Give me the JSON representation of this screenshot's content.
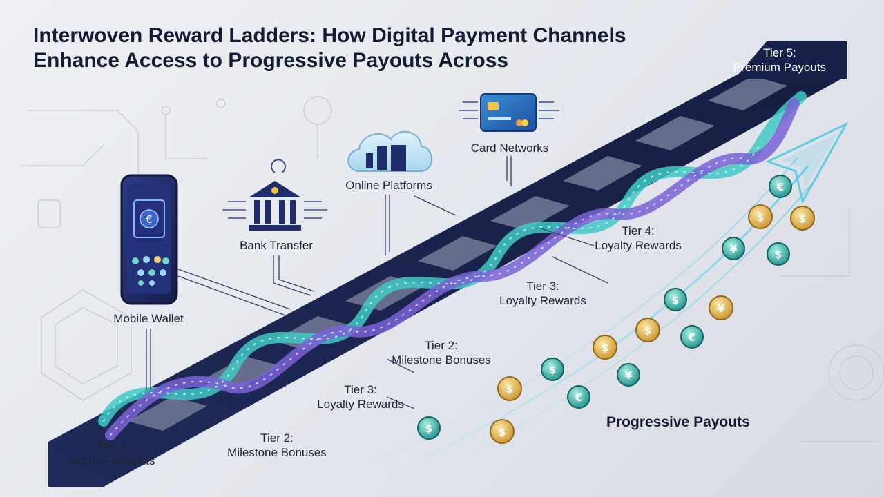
{
  "title_line1": "Interwoven Reward Ladders: How Digital Payment Channels",
  "title_line2": "Enhance Access to Progressive Payouts Across",
  "channels": {
    "mobile_wallet": "Mobile Wallet",
    "bank_transfer": "Bank Transfer",
    "online_platforms": "Online Platforms",
    "card_networks": "Card Networks"
  },
  "tiers": [
    {
      "tier": "Tier 1:",
      "name": "Micro-Payments"
    },
    {
      "tier": "Tier 2:",
      "name": "Milestone Bonuses"
    },
    {
      "tier": "Tier 3:",
      "name": "Loyalty Rewards"
    },
    {
      "tier": "Tier 2:",
      "name": "Milestone Bonuses"
    },
    {
      "tier": "Tier 3:",
      "name": "Loyalty Rewards"
    },
    {
      "tier": "Tier 4:",
      "name": "Loyalty Rewards"
    },
    {
      "tier": "Tier 5:",
      "name": "Premium Payouts"
    }
  ],
  "progressive_payouts": "Progressive Payouts",
  "coin_symbols": {
    "euro": "€",
    "dollar": "$",
    "yen": "¥"
  },
  "colors": {
    "title": "#131c33",
    "track_dark": "#1b2450",
    "ribbon_teal": "#3fc9c4",
    "ribbon_purple": "#7a62d6",
    "coin_gold": "#e2b34a",
    "coin_teal": "#3cb7ac",
    "arrow": "#67d2ea"
  }
}
